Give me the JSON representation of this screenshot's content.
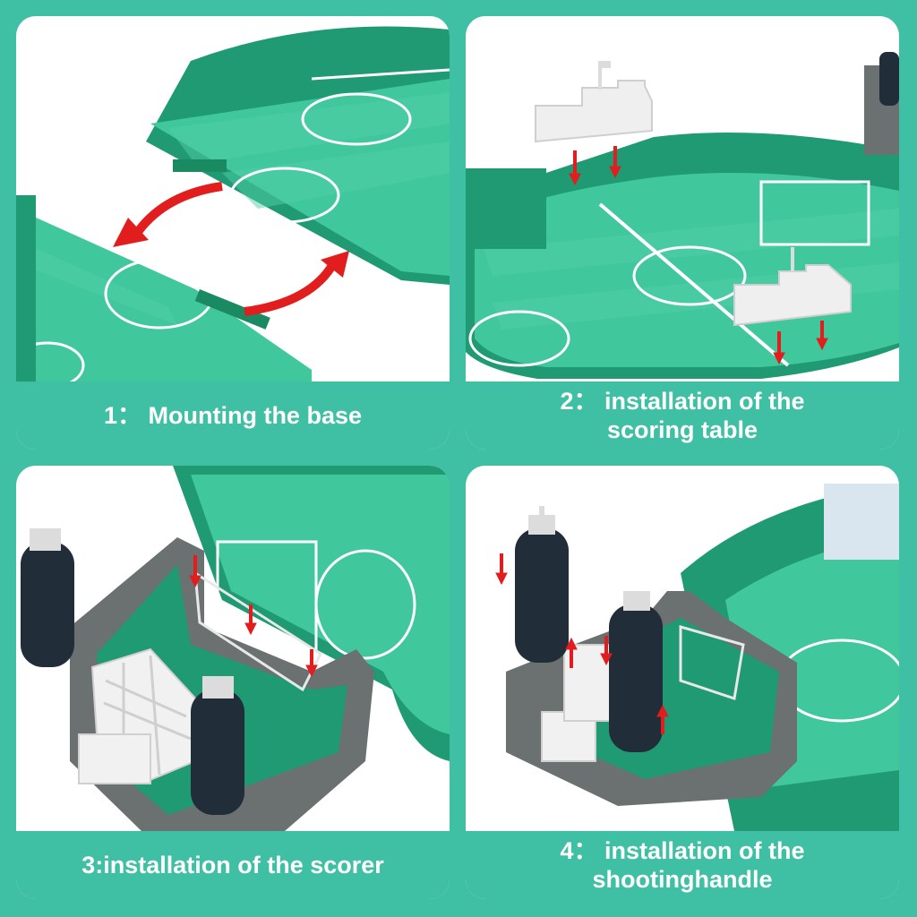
{
  "panels": [
    {
      "caption": "1：  Mounting the base"
    },
    {
      "caption": "2：  installation of the\nscoring table"
    },
    {
      "caption": "3:installation of the scorer"
    },
    {
      "caption": "4：  installation of the\nshootinghandle"
    }
  ],
  "colors": {
    "background": "#3fbfa3",
    "field": "#3fbf96",
    "field_dark": "#1f9a72",
    "arrow": "#e21d1d",
    "handle": "#222d3a",
    "frame": "#6b7070",
    "plastic_white": "#f1f1f1"
  }
}
